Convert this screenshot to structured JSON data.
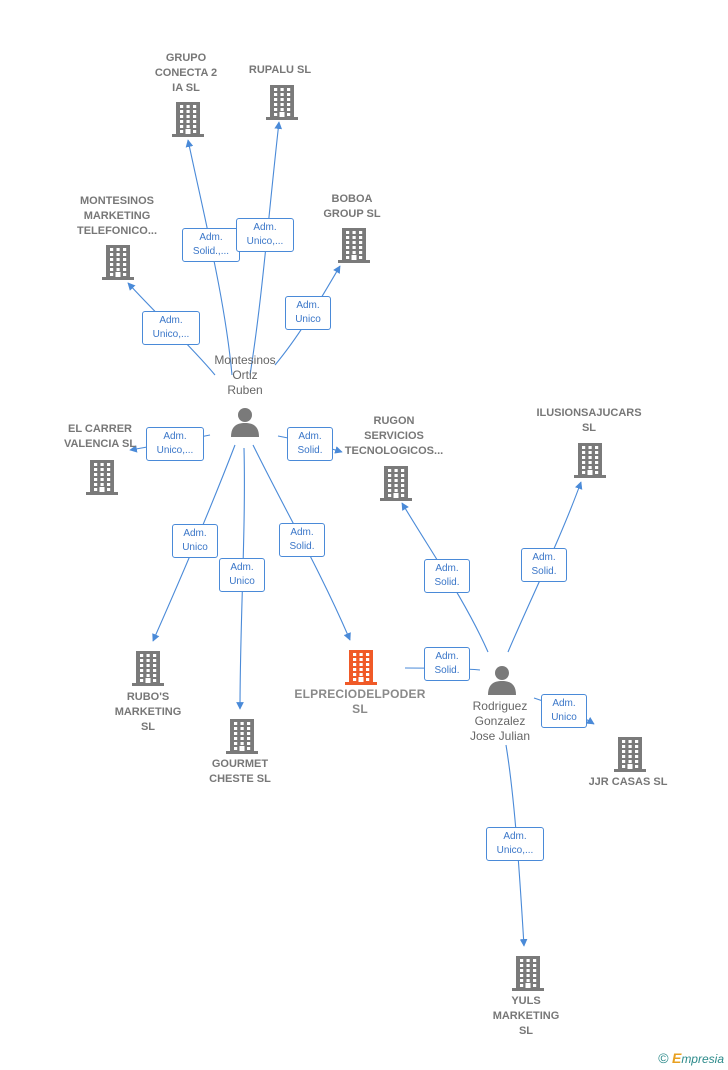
{
  "colors": {
    "edge": "#4a8ad8",
    "company_icon": "#7a7a7a",
    "company_icon_highlight": "#f05a28",
    "person_icon": "#7a7a7a"
  },
  "people": {
    "montesinos": {
      "label": "Montesinos\nOrtiz\nRuben",
      "icon": "person-icon"
    },
    "rodriguez": {
      "label": "Rodriguez\nGonzalez\nJose Julian",
      "icon": "person-icon"
    }
  },
  "companies": {
    "grupo_conecta": "GRUPO\nCONECTA 2\nIA  SL",
    "rupalu": "RUPALU  SL",
    "montesinos_marketing": "MONTESINOS\nMARKETING\nTELEFONICO...",
    "boboa": "BOBOA\nGROUP  SL",
    "el_carrer": "EL CARRER\nVALENCIA  SL",
    "rugon": "RUGON\nSERVICIOS\nTECNOLOGICOS...",
    "ilusionsajucars": "ILUSIONSAJUCARS\nSL",
    "rubos": "RUBO'S\nMARKETING\nSL",
    "gourmet": "GOURMET\nCHESTE  SL",
    "elpreciodelpoder": "ELPRECIODELPODER\nSL",
    "jjr": "JJR CASAS  SL",
    "yuls": "YULS\nMARKETING\nSL"
  },
  "edges": {
    "m_grupo": "Adm.\nSolid.,...",
    "m_rupalu": "Adm.\nUnico,...",
    "m_marketing": "Adm.\nUnico,...",
    "m_boboa": "Adm.\nUnico",
    "m_carrer": "Adm.\nUnico,...",
    "m_rugon": "Adm.\nSolid.",
    "m_rubos": "Adm.\nUnico",
    "m_gourmet": "Adm.\nUnico",
    "m_elprecio": "Adm.\nSolid.",
    "r_rugon": "Adm.\nSolid.",
    "r_ilusion": "Adm.\nSolid.",
    "r_elprecio": "Adm.\nSolid.",
    "r_jjr": "Adm.\nUnico",
    "r_yuls": "Adm.\nUnico,..."
  },
  "footer": {
    "copyright": "©",
    "brand_first": "E",
    "brand_rest": "mpresia"
  }
}
